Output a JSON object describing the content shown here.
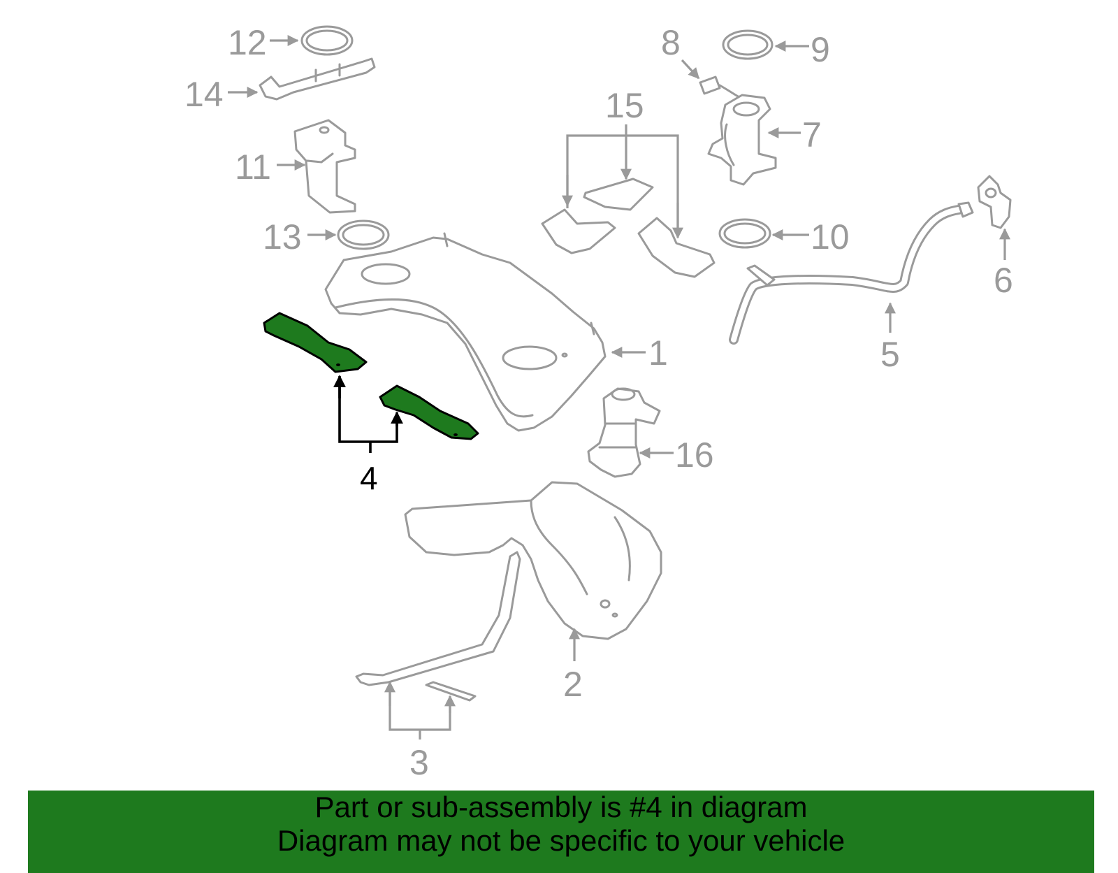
{
  "diagram": {
    "highlight_color": "#1e7a1e",
    "part_color": "#9a9a9a",
    "callouts": [
      "1",
      "2",
      "3",
      "4",
      "5",
      "6",
      "7",
      "8",
      "9",
      "10",
      "11",
      "12",
      "13",
      "14",
      "15",
      "16"
    ],
    "highlighted_callout": "4"
  },
  "banner": {
    "line1": "Part or sub-assembly is #4 in diagram",
    "line2": "Diagram may not be specific to your vehicle"
  }
}
